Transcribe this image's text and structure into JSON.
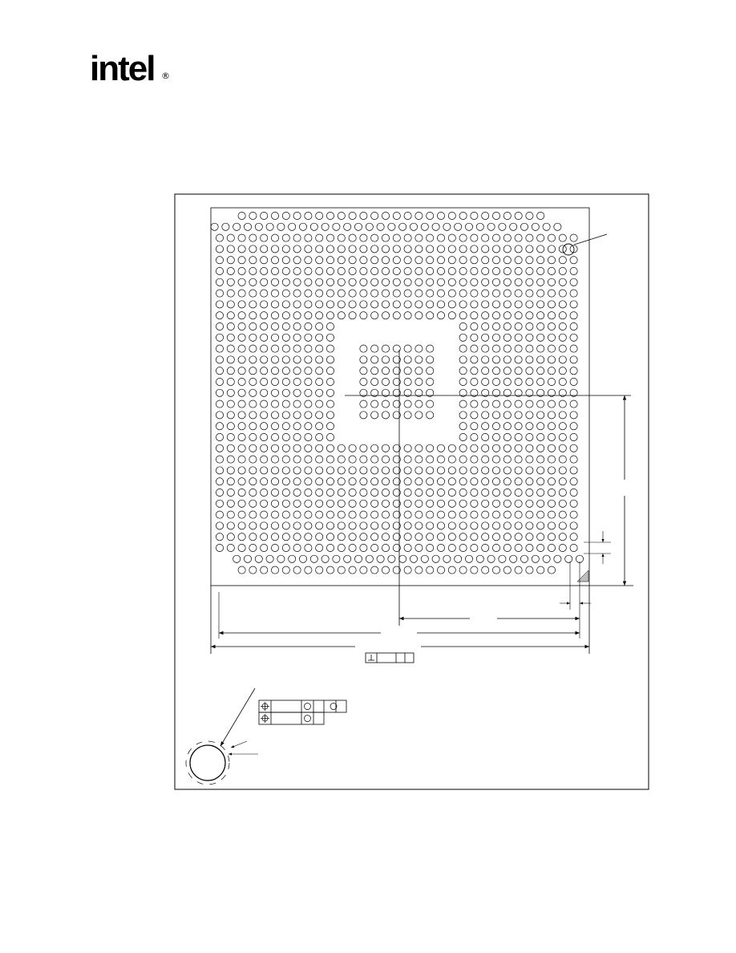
{
  "logo": {
    "wordmark": "intel",
    "registered_mark": "®"
  },
  "pin_array": {
    "rows": 33,
    "columns": 33,
    "center_cavity_columns": [
      11,
      21
    ],
    "center_cavity_rows": [
      10,
      20
    ],
    "inner_pins_columns": [
      13,
      19
    ],
    "inner_pins_rows": [
      12,
      18
    ]
  },
  "icons": {
    "perpendicularity": "perpendicularity-icon",
    "position": "position-icon",
    "circle_modifier": "circle-modifier-icon"
  },
  "colors": {
    "ink": "#000000",
    "paper": "#ffffff"
  }
}
